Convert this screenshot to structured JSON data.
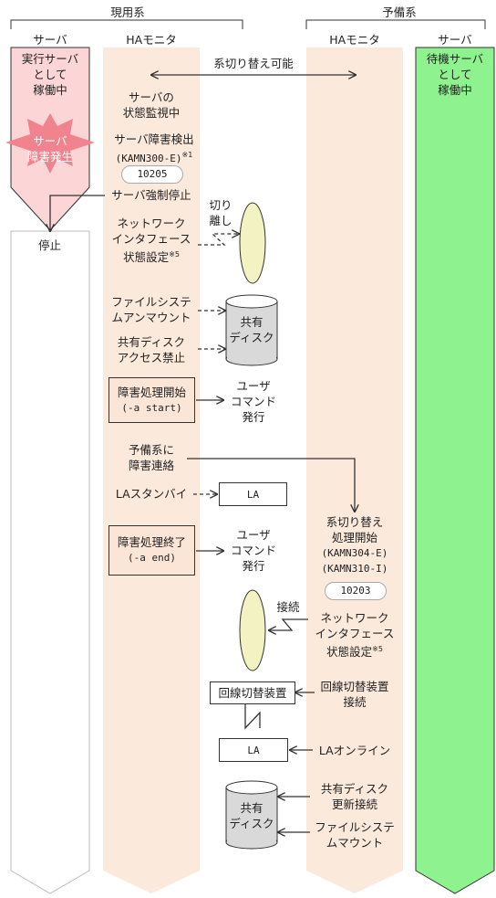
{
  "headers": {
    "active": "現用系",
    "standby": "予備系"
  },
  "columns": {
    "server_left": "サーバ",
    "ha_left": "HAモニタ",
    "ha_right": "HAモニタ",
    "server_right": "サーバ"
  },
  "left_server": {
    "running": [
      "実行サーバ",
      "として",
      "稼働中"
    ],
    "failure": [
      "サーバ",
      "障害発生"
    ],
    "stopped": "停止"
  },
  "right_server": {
    "standby": [
      "待機サーバ",
      "として",
      "稼働中"
    ]
  },
  "switchable": "系切り替え可能",
  "ha_left": {
    "monitoring": [
      "サーバの",
      "状態監視中"
    ],
    "detect": [
      "サーバ障害検出",
      "(KAMN300-E)"
    ],
    "detect_note": "※1",
    "msg_id": "10205",
    "force_stop": "サーバ強制停止",
    "nic_set": [
      "ネットワーク",
      "インタフェース",
      "状態設定"
    ],
    "nic_note": "※5",
    "fs_unmount": [
      "ファイルシステ",
      "ムアンマウント"
    ],
    "disk_prohibit": [
      "共有ディスク",
      "アクセス禁止"
    ],
    "fail_start": [
      "障害処理開始",
      "(-a start)"
    ],
    "notify": [
      "予備系に",
      "障害連絡"
    ],
    "la_standby": "LAスタンバイ",
    "fail_end": [
      "障害処理終了",
      "(-a end)"
    ]
  },
  "middle": {
    "detach": [
      "切り",
      "離し"
    ],
    "shared_disk": [
      "共有",
      "ディスク"
    ],
    "user_cmd": [
      "ユーザ",
      "コマンド",
      "発行"
    ],
    "la": "LA",
    "connect": "接続",
    "line_switch": "回線切替装置",
    "la2": "LA",
    "shared_disk2": [
      "共有",
      "ディスク"
    ]
  },
  "ha_right": {
    "switch_start": [
      "系切り替え",
      "処理開始",
      "(KAMN304-E)",
      "(KAMN310-I)"
    ],
    "msg_id": "10203",
    "nic_set": [
      "ネットワーク",
      "インタフェース",
      "状態設定"
    ],
    "nic_note": "※5",
    "line_connect": [
      "回線切替装置",
      "接続"
    ],
    "la_online": "LAオンライン",
    "disk_update": [
      "共有ディスク",
      "更新接続"
    ],
    "fs_mount": [
      "ファイルシステ",
      "ムマウント"
    ]
  },
  "colors": {
    "red": "#f1838e",
    "pink": "#fcd6d6",
    "peach": "#fbe9dc",
    "green": "#8ef28e",
    "oval": "#f2f2c2",
    "cylinder": "#d9d9d9",
    "box_fill": "#fbe5d6"
  }
}
